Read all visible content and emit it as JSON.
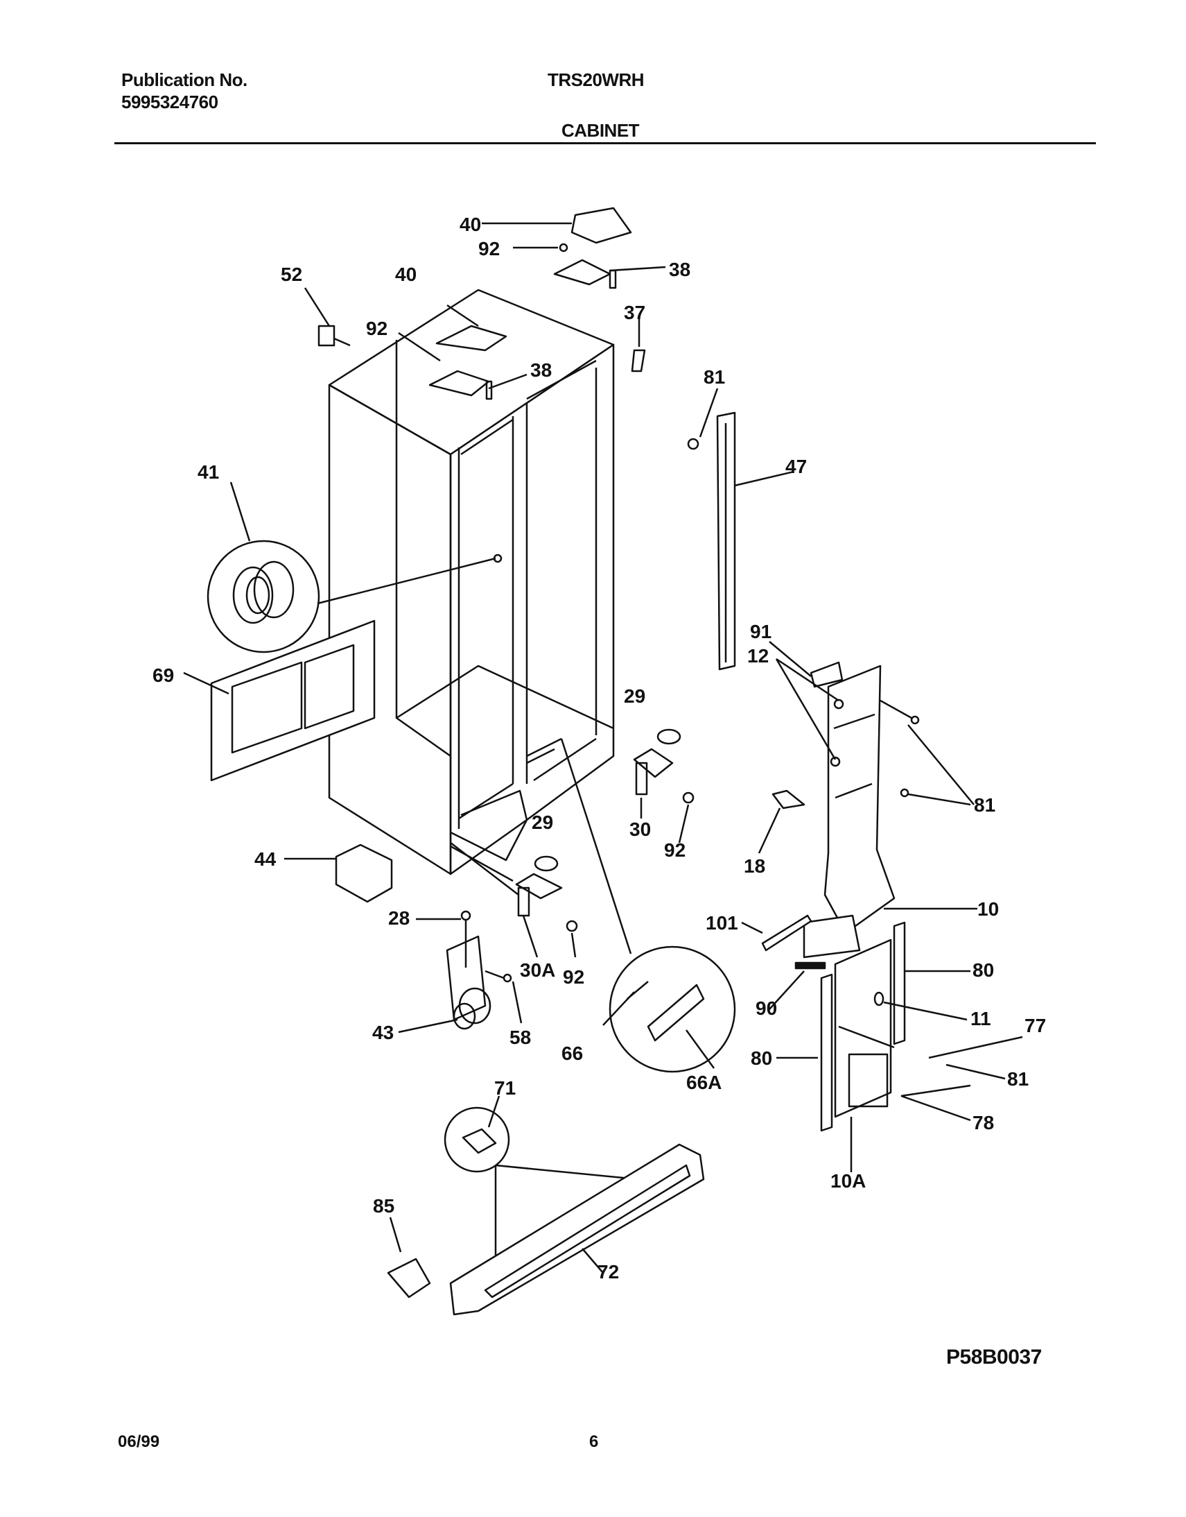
{
  "header": {
    "publication_label": "Publication No.",
    "publication_number": "5995324760",
    "model": "TRS20WRH",
    "section": "CABINET"
  },
  "diagram_code": "P58B0037",
  "footer": {
    "date": "06/99",
    "page": "6"
  },
  "callouts": [
    {
      "id": "c40a",
      "label": "40"
    },
    {
      "id": "c92a",
      "label": "92"
    },
    {
      "id": "c38a",
      "label": "38"
    },
    {
      "id": "c52",
      "label": "52"
    },
    {
      "id": "c40b",
      "label": "40"
    },
    {
      "id": "c92b",
      "label": "92"
    },
    {
      "id": "c38b",
      "label": "38"
    },
    {
      "id": "c37",
      "label": "37"
    },
    {
      "id": "c81a",
      "label": "81"
    },
    {
      "id": "c47",
      "label": "47"
    },
    {
      "id": "c41",
      "label": "41"
    },
    {
      "id": "c69",
      "label": "69"
    },
    {
      "id": "c91",
      "label": "91"
    },
    {
      "id": "c12",
      "label": "12"
    },
    {
      "id": "c29a",
      "label": "29"
    },
    {
      "id": "c81b",
      "label": "81"
    },
    {
      "id": "c30",
      "label": "30"
    },
    {
      "id": "c92c",
      "label": "92"
    },
    {
      "id": "c18",
      "label": "18"
    },
    {
      "id": "c29b",
      "label": "29"
    },
    {
      "id": "c44",
      "label": "44"
    },
    {
      "id": "c10",
      "label": "10"
    },
    {
      "id": "c28",
      "label": "28"
    },
    {
      "id": "c101",
      "label": "101"
    },
    {
      "id": "c30A",
      "label": "30A"
    },
    {
      "id": "c92d",
      "label": "92"
    },
    {
      "id": "c80a",
      "label": "80"
    },
    {
      "id": "c90",
      "label": "90"
    },
    {
      "id": "c11",
      "label": "11"
    },
    {
      "id": "c77",
      "label": "77"
    },
    {
      "id": "c43",
      "label": "43"
    },
    {
      "id": "c58",
      "label": "58"
    },
    {
      "id": "c66",
      "label": "66"
    },
    {
      "id": "c66A",
      "label": "66A"
    },
    {
      "id": "c80b",
      "label": "80"
    },
    {
      "id": "c81c",
      "label": "81"
    },
    {
      "id": "c71",
      "label": "71"
    },
    {
      "id": "c78",
      "label": "78"
    },
    {
      "id": "c10A",
      "label": "10A"
    },
    {
      "id": "c85",
      "label": "85"
    },
    {
      "id": "c72",
      "label": "72"
    }
  ]
}
